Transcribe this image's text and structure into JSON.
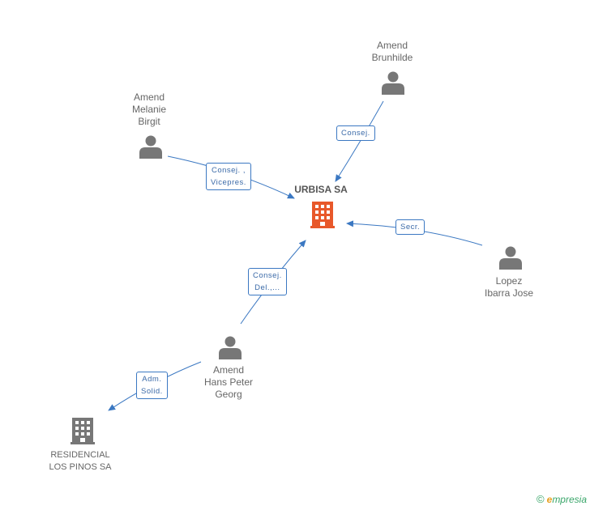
{
  "center": {
    "name": "URBISA SA",
    "color": "#e8582a"
  },
  "people": [
    {
      "id": "brunhilde",
      "lines": [
        "Amend",
        "Brunhilde"
      ],
      "icon": "person-icon"
    },
    {
      "id": "melanie",
      "lines": [
        "Amend",
        "Melanie",
        "Birgit"
      ],
      "icon": "person-icon"
    },
    {
      "id": "lopez",
      "lines": [
        "Lopez",
        "Ibarra Jose"
      ],
      "icon": "person-icon"
    },
    {
      "id": "hanspeter",
      "lines": [
        "Amend",
        "Hans Peter",
        "Georg"
      ],
      "icon": "person-icon"
    }
  ],
  "companies": [
    {
      "id": "residencial",
      "lines": [
        "RESIDENCIAL",
        "LOS PINOS SA"
      ],
      "icon": "building-icon"
    }
  ],
  "relations": [
    {
      "id": "brunhilde-urbisa",
      "lines": [
        "Consej."
      ]
    },
    {
      "id": "melanie-urbisa",
      "lines": [
        "Consej. ,",
        "Vicepres."
      ]
    },
    {
      "id": "lopez-urbisa",
      "lines": [
        "Secr."
      ]
    },
    {
      "id": "hanspeter-urbisa",
      "lines": [
        "Consej.",
        "Del.,..."
      ]
    },
    {
      "id": "hanspeter-residencial",
      "lines": [
        "Adm.",
        "Solid."
      ]
    }
  ],
  "colors": {
    "edge": "#3b78c2",
    "person_icon": "#777777",
    "building_icon": "#777777",
    "label_text": "#666666"
  },
  "footer": {
    "copyright_symbol": "©",
    "brand_initial": "e",
    "brand_rest": "mpresia"
  }
}
